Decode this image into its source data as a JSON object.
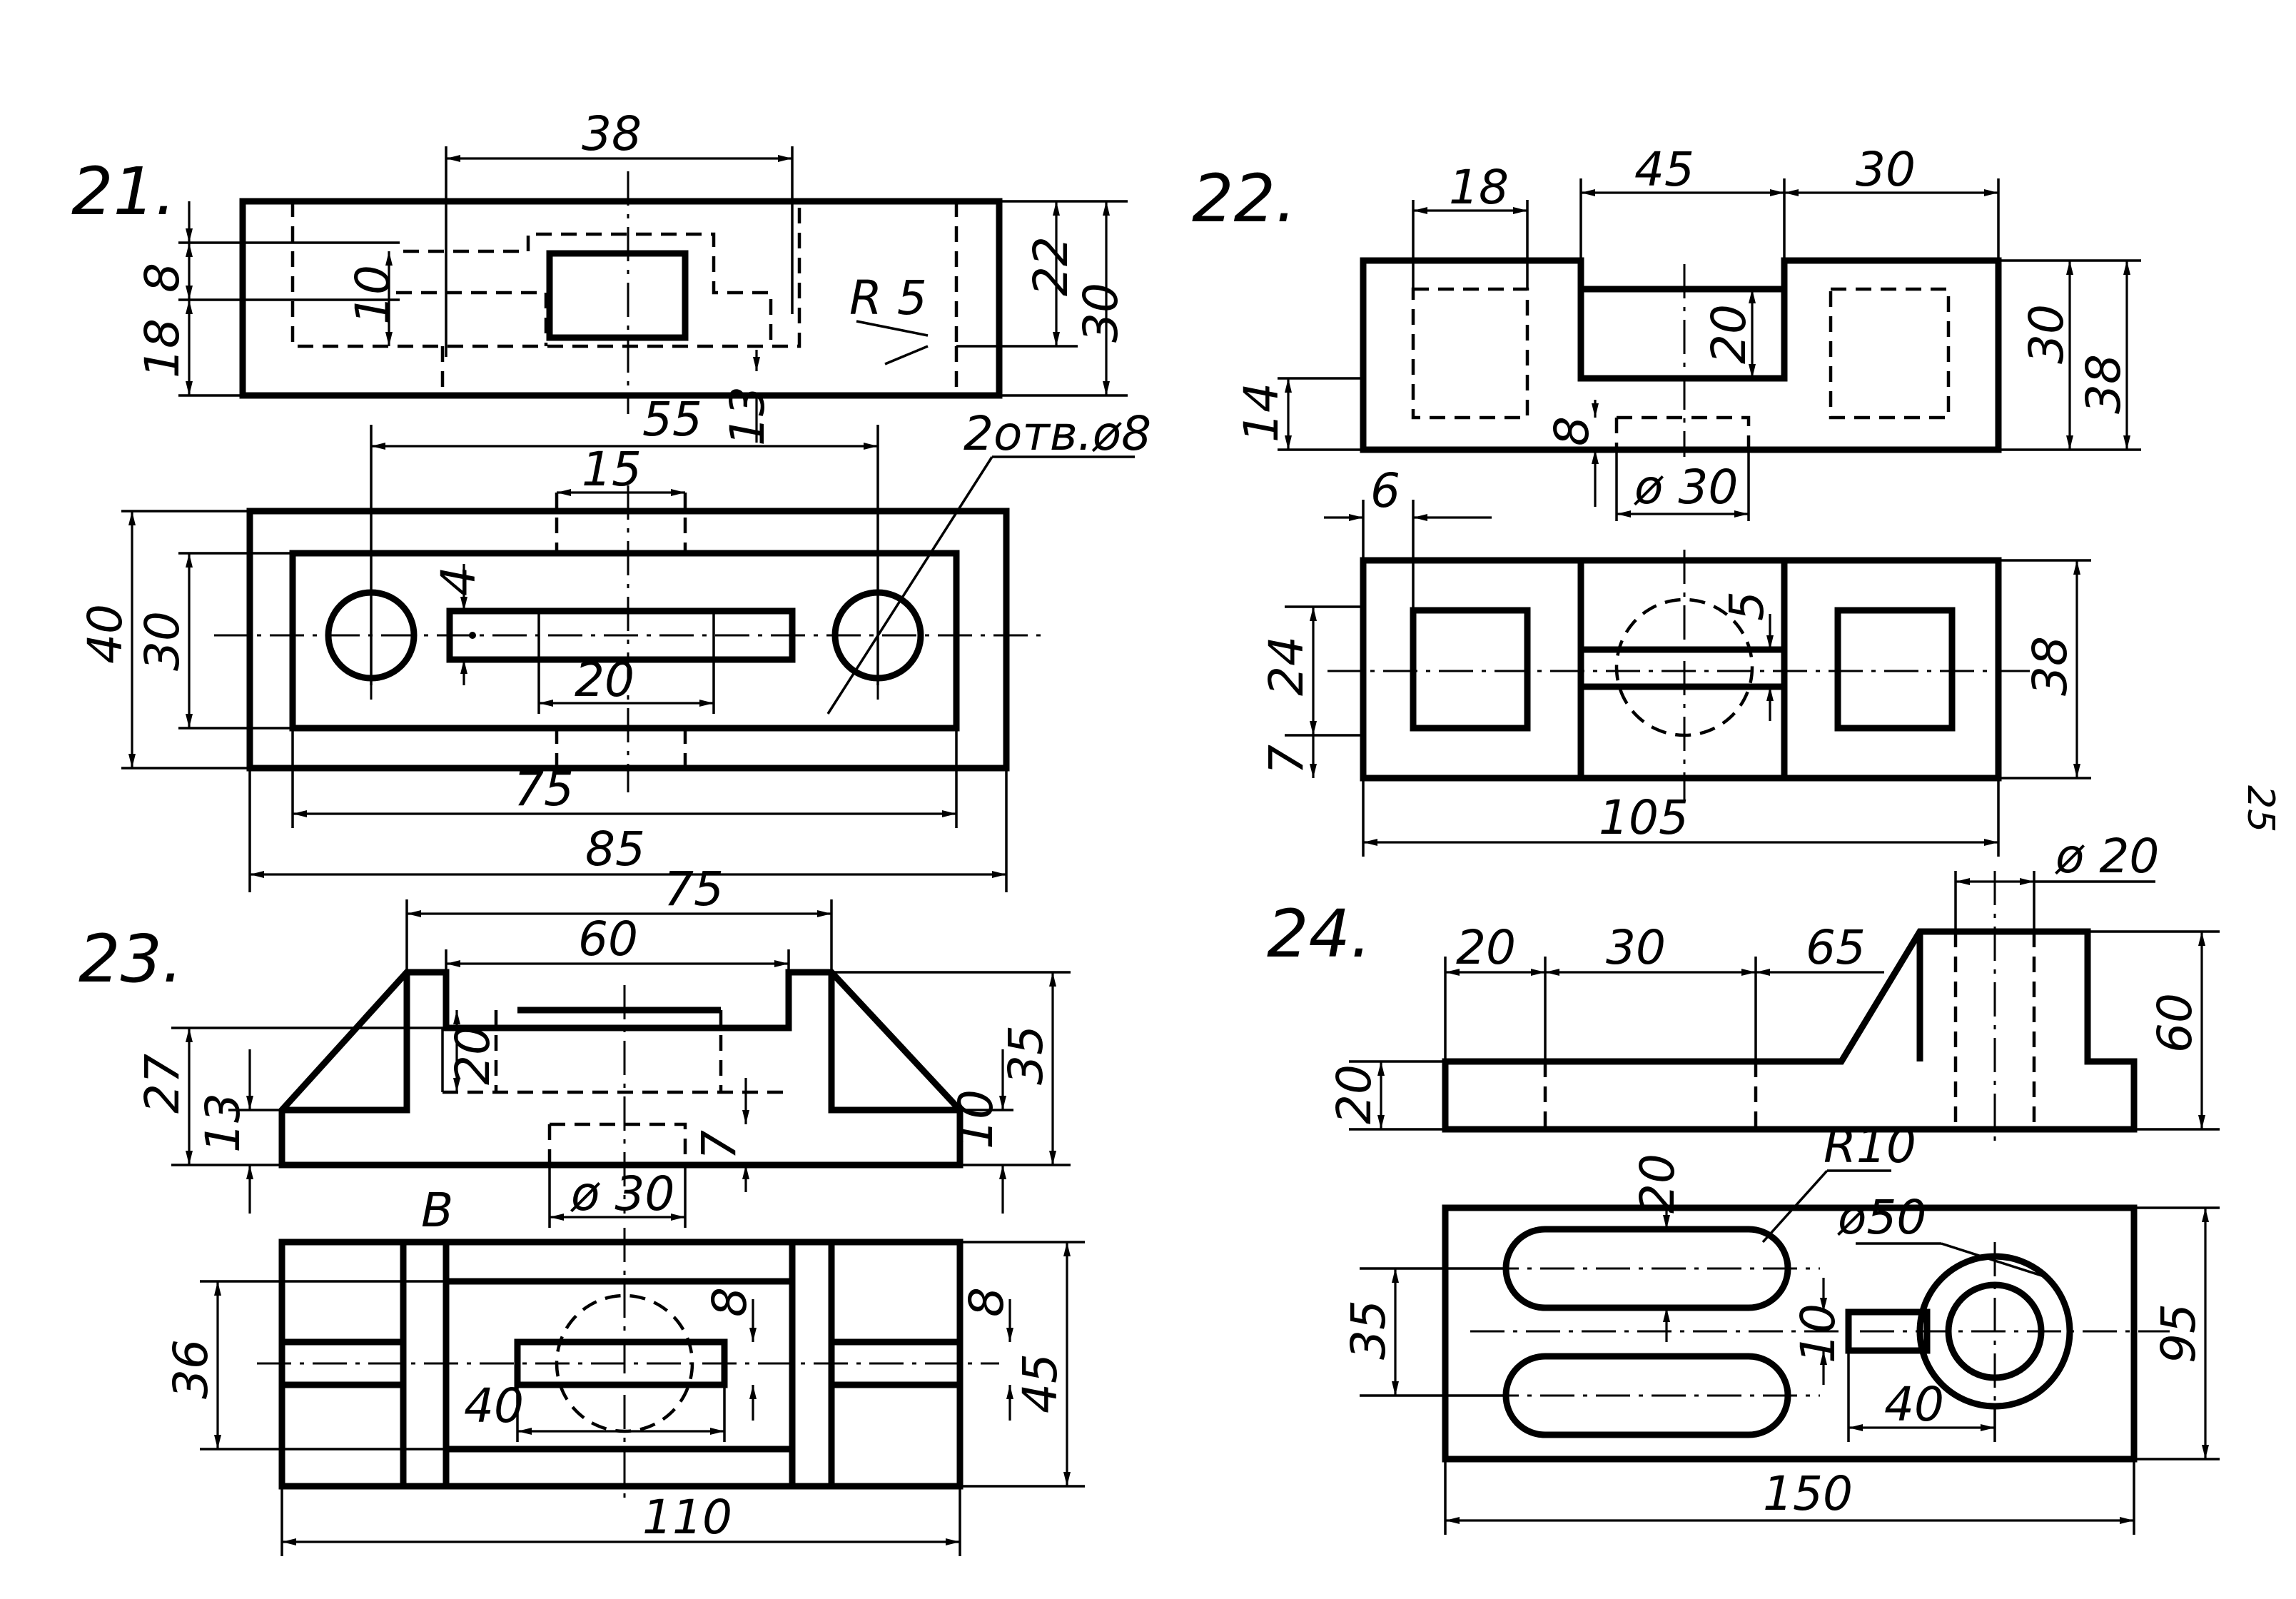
{
  "page_number": "25",
  "problems": [
    {
      "number": "21.",
      "dims": [
        "38",
        "8",
        "18",
        "10",
        "R 5",
        "22",
        "30",
        "55",
        "13",
        "15",
        "2отв.ø8",
        "4",
        "40",
        "30",
        "20",
        "75",
        "85"
      ]
    },
    {
      "number": "22.",
      "dims": [
        "18",
        "45",
        "30",
        "20",
        "30",
        "38",
        "14",
        "8",
        "ø 30",
        "6",
        "5",
        "24",
        "7",
        "38",
        "105"
      ]
    },
    {
      "number": "23.",
      "dims": [
        "75",
        "60",
        "20",
        "27",
        "13",
        "35",
        "10",
        "7",
        "ø 30",
        "B",
        "8",
        "8",
        "36",
        "45",
        "40",
        "110"
      ]
    },
    {
      "number": "24.",
      "dims": [
        "ø 20",
        "20",
        "30",
        "65",
        "60",
        "20",
        "20",
        "R10",
        "ø50",
        "35",
        "10",
        "95",
        "40",
        "150"
      ]
    }
  ]
}
